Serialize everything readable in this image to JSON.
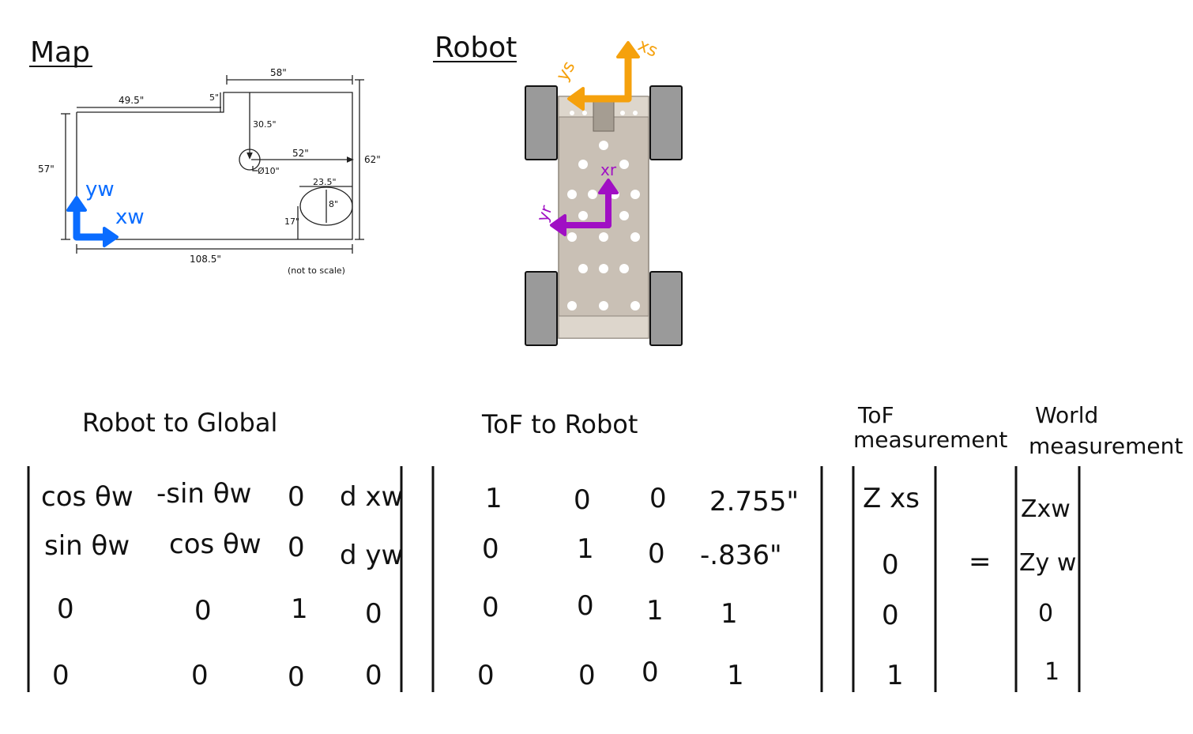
{
  "map": {
    "title": "Map",
    "dims": {
      "top": "58\"",
      "left_top": "49.5\"",
      "notch": "5\"",
      "down": "30.5\"",
      "mid": "52\"",
      "dia": "Ø10\"",
      "left": "57\"",
      "right": "62\"",
      "ellipse_w": "23.5\"",
      "ellipse_h": "8\"",
      "ellipse_off": "17\"",
      "bottom": "108.5\""
    },
    "note": "(not to scale)",
    "axis_y": "yw",
    "axis_x": "xw",
    "color_axes": "#0a6cff"
  },
  "robot": {
    "title": "Robot",
    "axis_sensor_x": "xs",
    "axis_sensor_y": "ys",
    "axis_robot_x": "xr",
    "axis_robot_y": "yr",
    "color_sensor": "#f5a10d",
    "color_robot": "#a00fc4"
  },
  "equations": {
    "robot_to_global": {
      "heading": "Robot to Global",
      "rows": [
        [
          "cos θw",
          "-sin θw",
          "0",
          "d xw"
        ],
        [
          "sin θw",
          "cos θw",
          "0",
          "d yw"
        ],
        [
          "0",
          "0",
          "1",
          "0"
        ],
        [
          "0",
          "0",
          "0",
          "0"
        ]
      ]
    },
    "tof_to_robot": {
      "heading": "ToF to Robot",
      "rows": [
        [
          "1",
          "0",
          "0",
          "2.755\""
        ],
        [
          "0",
          "1",
          "0",
          "-.836\""
        ],
        [
          "0",
          "0",
          "1",
          "1"
        ],
        [
          "0",
          "0",
          "0",
          "1"
        ]
      ]
    },
    "tof_measurement": {
      "heading_line1": "ToF",
      "heading_line2": "measurement",
      "values": [
        "Z xs",
        "0",
        "0",
        "1"
      ]
    },
    "equals": "=",
    "world_measurement": {
      "heading_line1": "World",
      "heading_line2": "measurement",
      "values": [
        "Zxw",
        "Zy w",
        "0",
        "1"
      ]
    }
  }
}
